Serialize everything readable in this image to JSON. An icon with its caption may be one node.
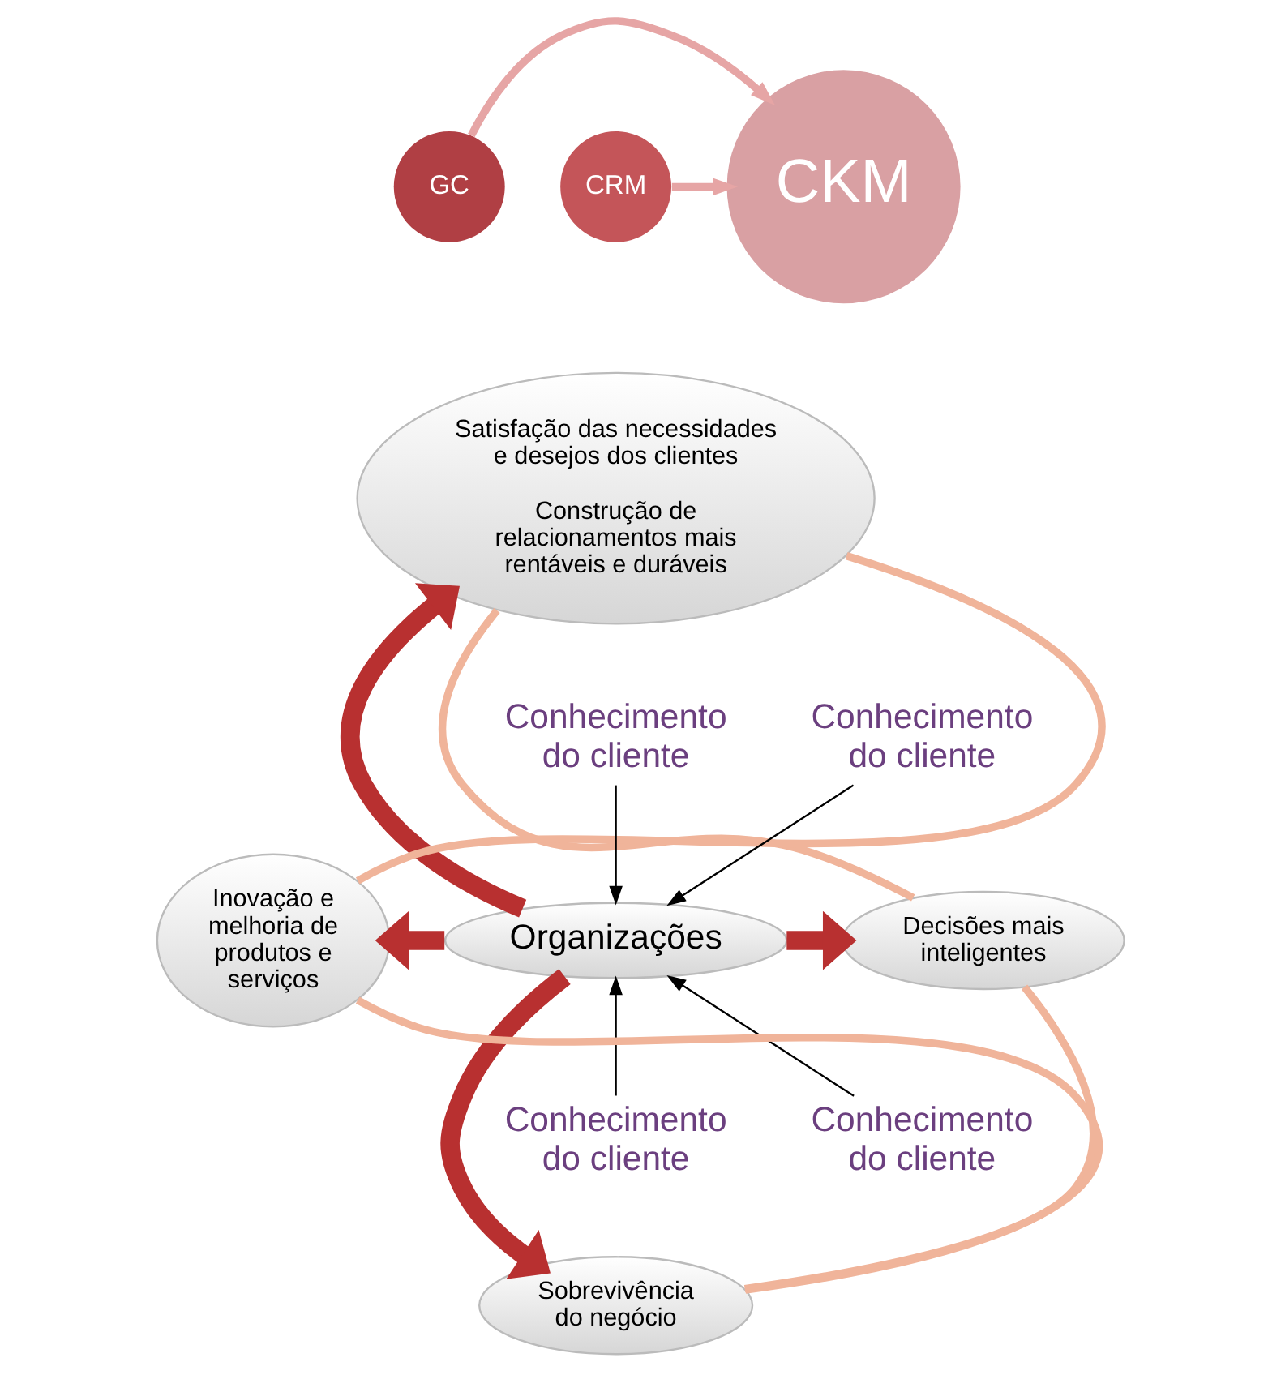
{
  "diagram": {
    "nodes": [
      {
        "text": [
          "GC"
        ]
      },
      {
        "text": [
          "CRM"
        ]
      },
      {
        "text": [
          "CKM"
        ]
      },
      {
        "text": [
          "Satisfação das necessidades e desejos dos clientes",
          "Construção de relacionamentos mais rentáveis e duráveis"
        ]
      },
      {
        "text": [
          "Inovação e melhoria de produtos e serviços"
        ]
      },
      {
        "text": [
          "Organizações"
        ]
      },
      {
        "text": [
          "Decisões mais inteligentes"
        ]
      },
      {
        "text": [
          "Sobrevivência do negócio"
        ]
      },
      {
        "text": [
          "Conhecimento do cliente"
        ]
      },
      {
        "text": [
          "Conhecimento do cliente"
        ]
      },
      {
        "text": [
          "Conhecimento do cliente"
        ]
      },
      {
        "text": [
          "Conhecimento do cliente"
        ]
      }
    ],
    "edges": [
      {
        "from": 0,
        "to": 2,
        "arrow": "to",
        "color": "#e6a5a5"
      },
      {
        "from": 1,
        "to": 2,
        "arrow": "to",
        "color": "#e6a5a5"
      },
      {
        "from": 5,
        "to": 3,
        "arrow": "to",
        "style": "thick",
        "color": "#b83030"
      },
      {
        "from": 5,
        "to": 4,
        "arrow": "to",
        "style": "thick",
        "color": "#b83030"
      },
      {
        "from": 5,
        "to": 6,
        "arrow": "to",
        "style": "thick",
        "color": "#b83030"
      },
      {
        "from": 5,
        "to": 7,
        "arrow": "to",
        "style": "thick",
        "color": "#b83030"
      },
      {
        "from": 8,
        "to": 5,
        "arrow": "to",
        "color": "#000000"
      },
      {
        "from": 9,
        "to": 5,
        "arrow": "to",
        "color": "#000000"
      },
      {
        "from": 10,
        "to": 5,
        "arrow": "to",
        "color": "#000000"
      },
      {
        "from": 11,
        "to": 5,
        "arrow": "to",
        "color": "#000000"
      },
      {
        "from": 3,
        "to": 6,
        "arrow": "none",
        "color": "#f0b49a"
      },
      {
        "from": 6,
        "to": 7,
        "arrow": "none",
        "color": "#f0b49a"
      },
      {
        "from": 7,
        "to": 4,
        "arrow": "none",
        "color": "#f0b49a"
      },
      {
        "from": 4,
        "to": 3,
        "arrow": "none",
        "color": "#f0b49a"
      }
    ]
  }
}
